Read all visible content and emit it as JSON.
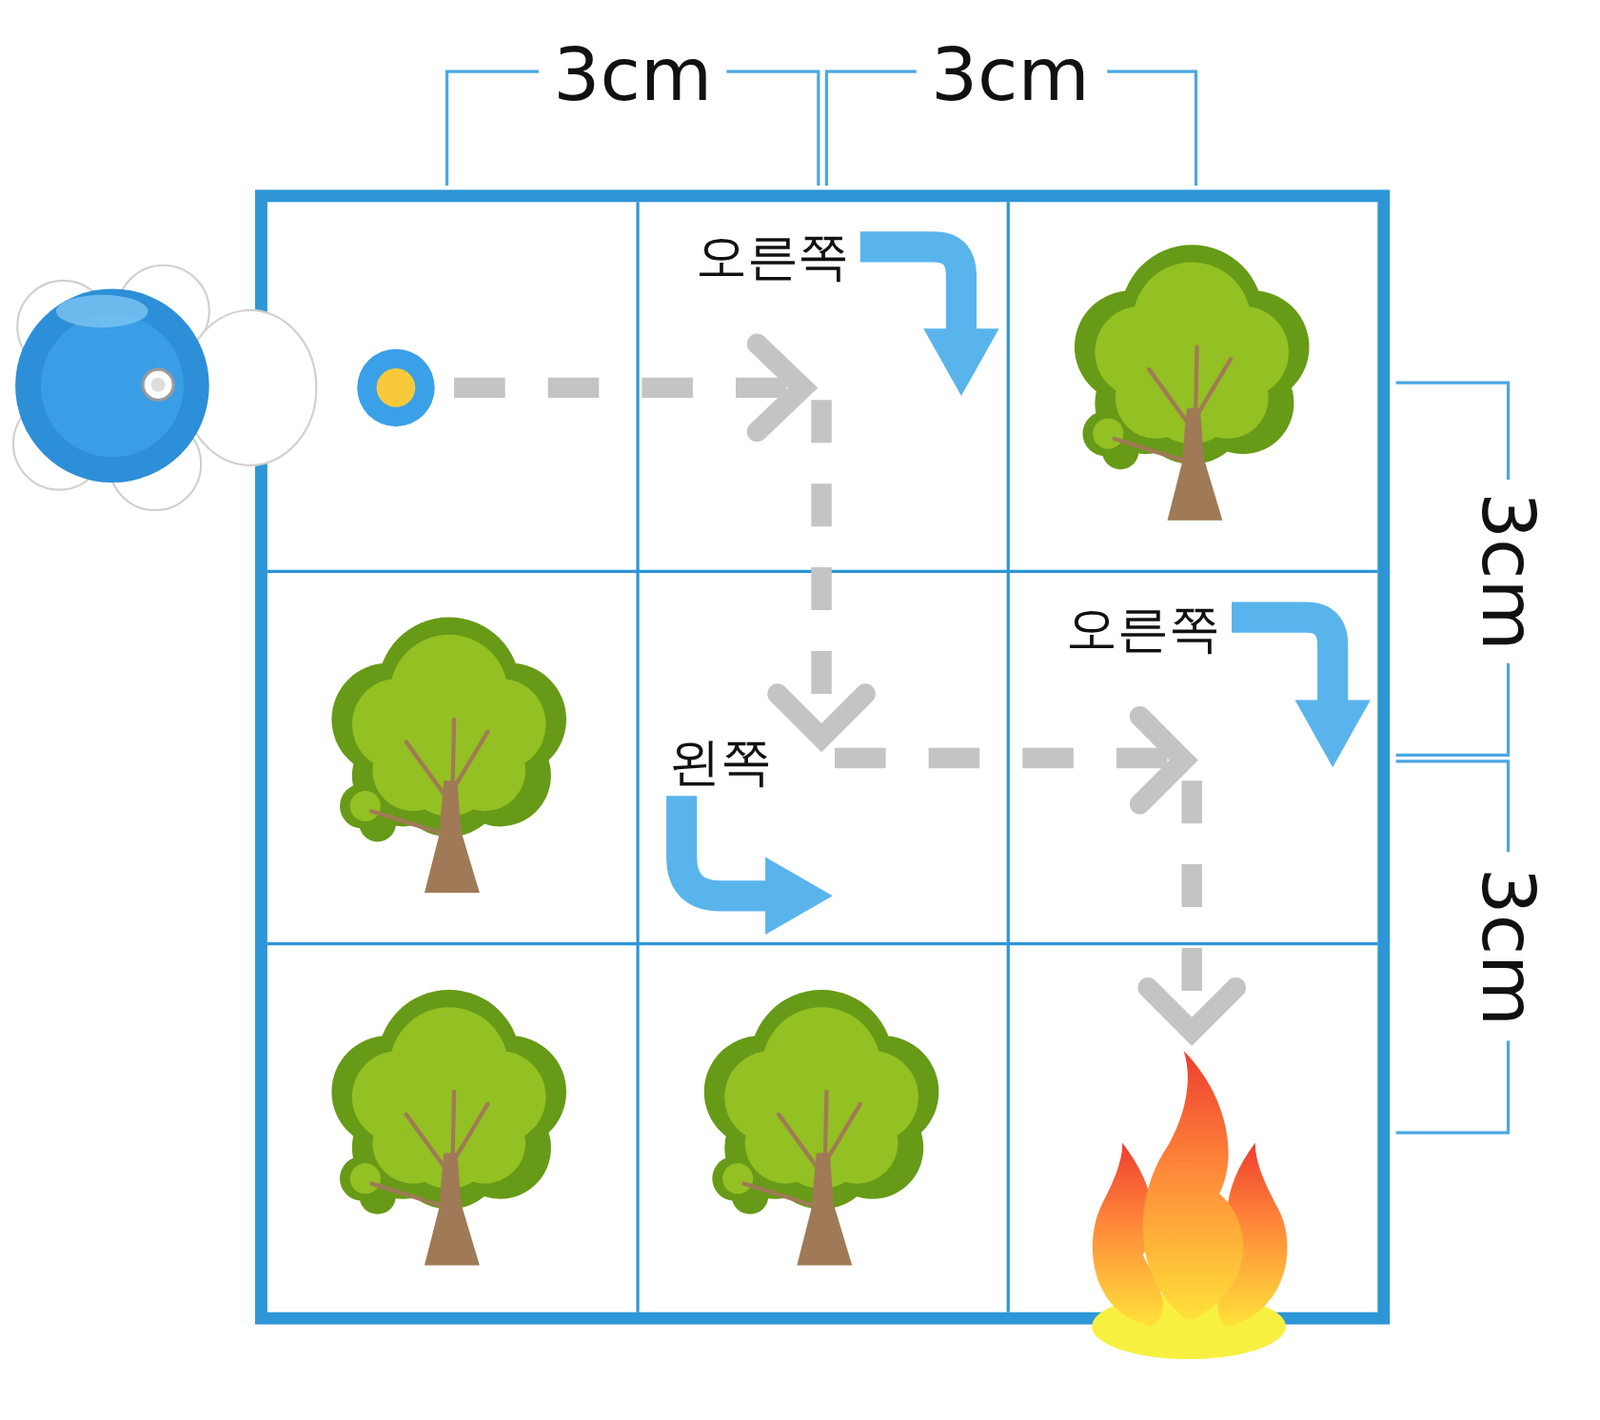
{
  "diagram": {
    "labels": [
      "3cm",
      "3cm",
      "오른쪽",
      "3cm",
      "오른쪽",
      "왼쪽",
      "3cm"
    ]
  }
}
